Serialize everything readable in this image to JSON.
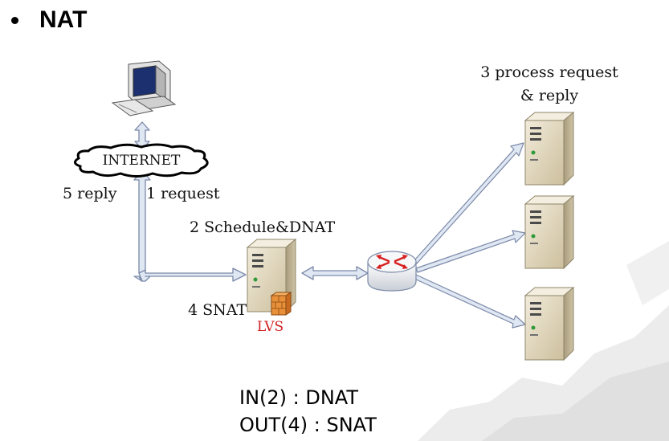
{
  "slide": {
    "bullet_title": "NAT"
  },
  "diagram": {
    "internet_label": "INTERNET",
    "reply_label": "5 reply",
    "request_label": "1 request",
    "schedule_label": "2 Schedule&DNAT",
    "snat_label": "4 SNAT",
    "lvs_label": "LVS",
    "process_label_line1": "3 process request",
    "process_label_line2": "& reply"
  },
  "summary": {
    "line1": "IN(2) : DNAT",
    "line2": "OUT(4) : SNAT"
  },
  "colors": {
    "arrow_fill": "#dfe7f3",
    "arrow_stroke": "#7b89a8",
    "server_face": "#e3dbc6",
    "server_front": "#c6b998",
    "lvs_text": "#d22020",
    "router_arrows": "#d82020"
  },
  "icons": [
    "computer-icon",
    "internet-cloud-icon",
    "lvs-server-icon",
    "firewall-icon",
    "router-icon",
    "real-server-icon"
  ]
}
